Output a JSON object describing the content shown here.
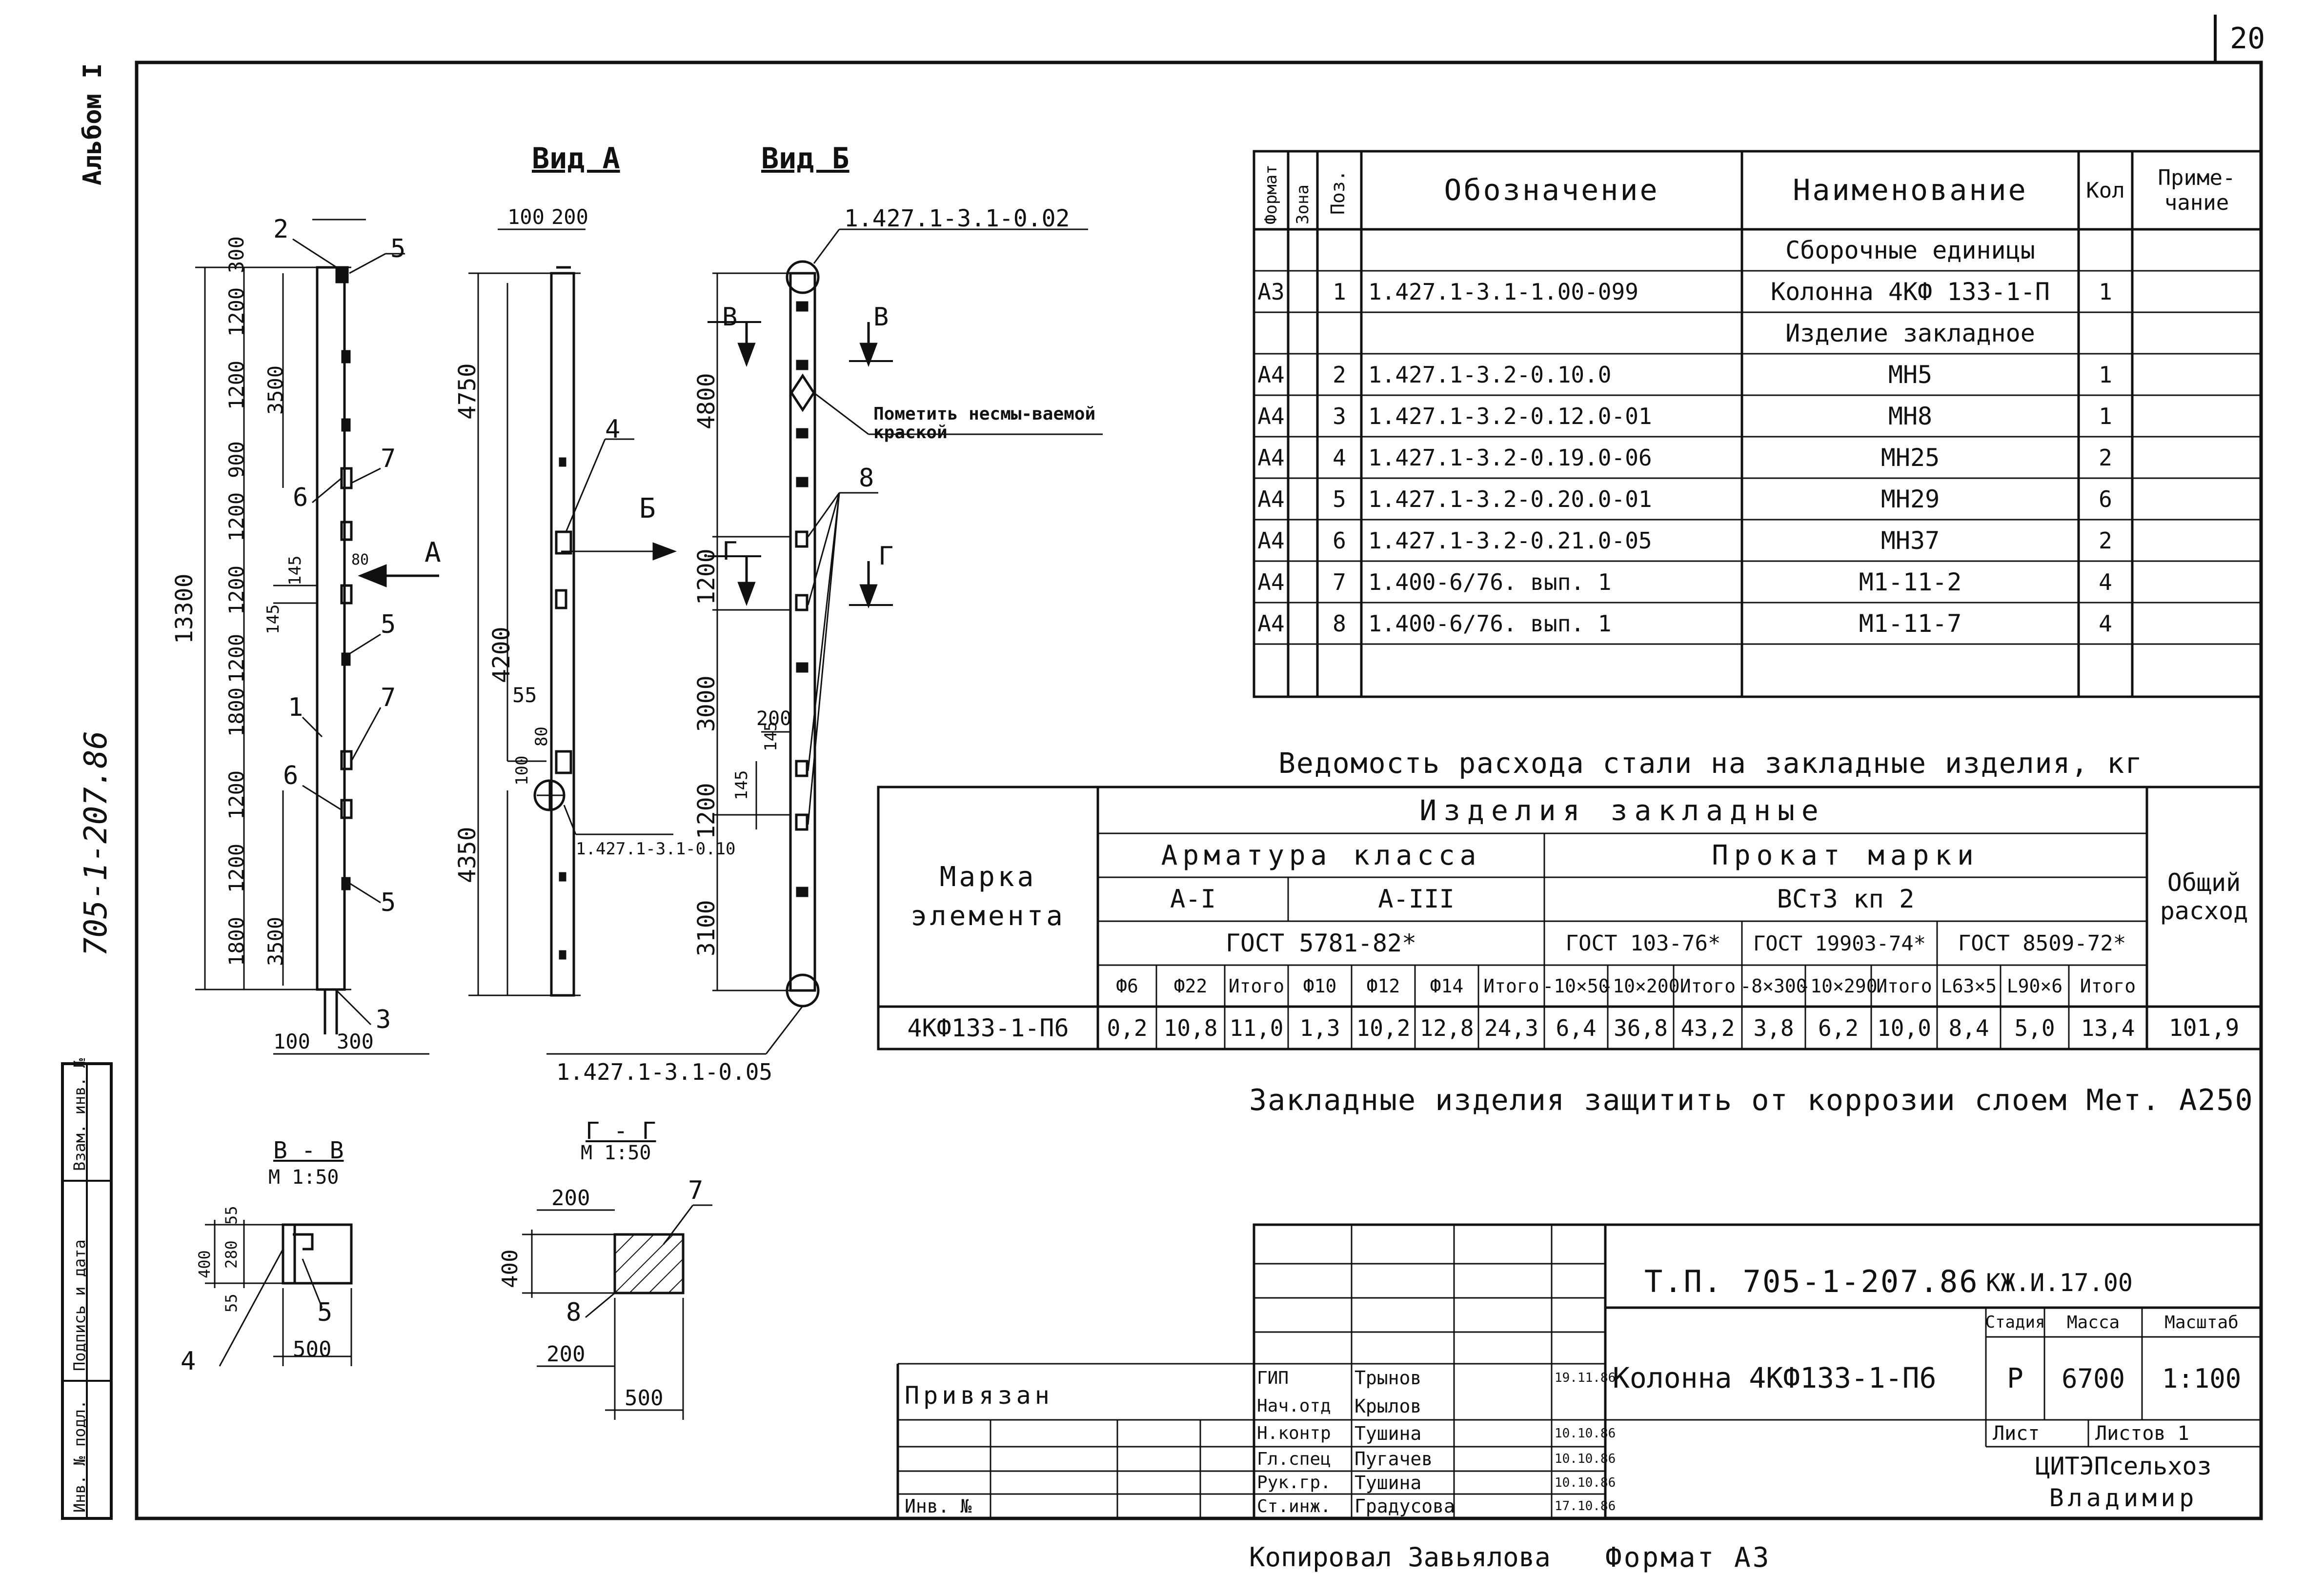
{
  "sheet_number": "20",
  "album": "Альбом I",
  "doc_side": "705-1-207.86",
  "views": {
    "view_a": "Вид А",
    "view_b": "Вид Б",
    "section_vv": "В - В",
    "section_vv_scale": "М 1:50",
    "section_gg": "Г - Г",
    "section_gg_scale": "М 1:50"
  },
  "dims": {
    "col1": [
      "300",
      "1200",
      "1200",
      "900",
      "1200",
      "1200",
      "1200",
      "1800",
      "1200",
      "1200",
      "1800",
      "3500",
      "3500",
      "13300",
      "100",
      "300",
      "145",
      "145",
      "80"
    ],
    "col2": [
      "100",
      "200",
      "4750",
      "4200",
      "4350",
      "55",
      "100",
      "80"
    ],
    "col3": [
      "4800",
      "1200",
      "3000",
      "1200",
      "3100",
      "145",
      "145",
      "200"
    ],
    "sec_vv": [
      "400",
      "55",
      "280",
      "55",
      "500"
    ],
    "sec_gg": [
      "200",
      "400",
      "200",
      "500"
    ]
  },
  "leaders": {
    "col1": [
      "2",
      "5",
      "6",
      "7",
      "5",
      "1",
      "7",
      "6",
      "5",
      "3"
    ],
    "col2": [
      "4"
    ],
    "col3": [
      "8"
    ],
    "arrow_a": "А",
    "arrow_b": "Б",
    "cut_v": "В",
    "cut_g": "Г",
    "sec_vv": [
      "5",
      "4"
    ],
    "sec_gg": [
      "7",
      "8"
    ]
  },
  "refs": {
    "top": "1.427.1-3.1-0.02",
    "bottom": "1.427.1-3.1-0.05",
    "mid": "1.427.1-3.1-0.10",
    "note": "Пометить несмы-ваемой краской"
  },
  "spec": {
    "headers": [
      "Формат",
      "Зона",
      "Поз.",
      "Обозначение",
      "Наименование",
      "Кол",
      "Приме-чание"
    ],
    "rows": [
      [
        "",
        "",
        "",
        "",
        "Сборочные единицы",
        "",
        ""
      ],
      [
        "А3",
        "",
        "1",
        "1.427.1-3.1-1.00-099",
        "Колонна 4КФ 133-1-П",
        "1",
        ""
      ],
      [
        "",
        "",
        "",
        "",
        "Изделие закладное",
        "",
        ""
      ],
      [
        "А4",
        "",
        "2",
        "1.427.1-3.2-0.10.0",
        "МН5",
        "1",
        ""
      ],
      [
        "А4",
        "",
        "3",
        "1.427.1-3.2-0.12.0-01",
        "МН8",
        "1",
        ""
      ],
      [
        "А4",
        "",
        "4",
        "1.427.1-3.2-0.19.0-06",
        "МН25",
        "2",
        ""
      ],
      [
        "А4",
        "",
        "5",
        "1.427.1-3.2-0.20.0-01",
        "МН29",
        "6",
        ""
      ],
      [
        "А4",
        "",
        "6",
        "1.427.1-3.2-0.21.0-05",
        "МН37",
        "2",
        ""
      ],
      [
        "А4",
        "",
        "7",
        "1.400-6/76. вып. 1",
        "М1-11-2",
        "4",
        ""
      ],
      [
        "А4",
        "",
        "8",
        "1.400-6/76. вып. 1",
        "М1-11-7",
        "4",
        ""
      ],
      [
        "",
        "",
        "",
        "",
        "",
        "",
        ""
      ]
    ]
  },
  "steel": {
    "title": "Ведомость расхода стали на закладные изделия, кг",
    "mark_label": "Марка элемента",
    "products": "Изделия закладные",
    "armatura": "Арматура класса",
    "prokat": "Прокат марки",
    "a1": "А-I",
    "a3": "А-III",
    "vst": "ВСт3 кп 2",
    "gost1": "ГОСТ 5781-82*",
    "gost2": "ГОСТ 103-76*",
    "gost3": "ГОСТ 19903-74*",
    "gost4": "ГОСТ 8509-72*",
    "total": "Общий расход",
    "subheads": [
      "Ф6",
      "Ф22",
      "Итого",
      "Ф10",
      "Ф12",
      "Ф14",
      "Итого",
      "-10×50",
      "-10×200",
      "Итого",
      "-8×300",
      "-10×290",
      "Итого",
      "L63×5",
      "L90×6",
      "Итого"
    ],
    "row_mark": "4КФ133-1-П6",
    "row_values": [
      "0,2",
      "10,8",
      "11,0",
      "1,3",
      "10,2",
      "12,8",
      "24,3",
      "6,4",
      "36,8",
      "43,2",
      "3,8",
      "6,2",
      "10,0",
      "8,4",
      "5,0",
      "13,4"
    ],
    "row_total": "101,9"
  },
  "note": "Закладные изделия защитить от коррозии слоем Мет. А250",
  "stamp": {
    "code": "Т.П. 705-1-207.86",
    "code2": "КЖ.И.17.00",
    "title": "Колонна 4КФ133-1-П6",
    "stage_h": "Стадия",
    "mass_h": "Масса",
    "scale_h": "Масштаб",
    "stage": "Р",
    "mass": "6700",
    "scale": "1:100",
    "sheet_h": "Лист",
    "sheets_h": "Листов 1",
    "org1": "ЦИТЭПсельхоз",
    "org2": "Владимир",
    "roles": [
      "ГИП",
      "Нач.отд",
      "Н.контр",
      "Гл.спец",
      "Рук.гр.",
      "Ст.инж."
    ],
    "names": [
      "Трынов",
      "Крылов",
      "Тушина",
      "Пугачев",
      "Тушина",
      "Градусова"
    ],
    "dates": [
      "19.11.86",
      "",
      "10.10.86",
      "10.10.86",
      "10.10.86",
      "17.10.86"
    ],
    "privyazan": "Привязан",
    "inv": "Инв. №"
  },
  "left_strip": [
    "Инв. № подл.",
    "Подпись и дата",
    "Взам. инв. №"
  ],
  "footer": {
    "copied": "Копировал Завьялова",
    "format": "Формат А3"
  }
}
